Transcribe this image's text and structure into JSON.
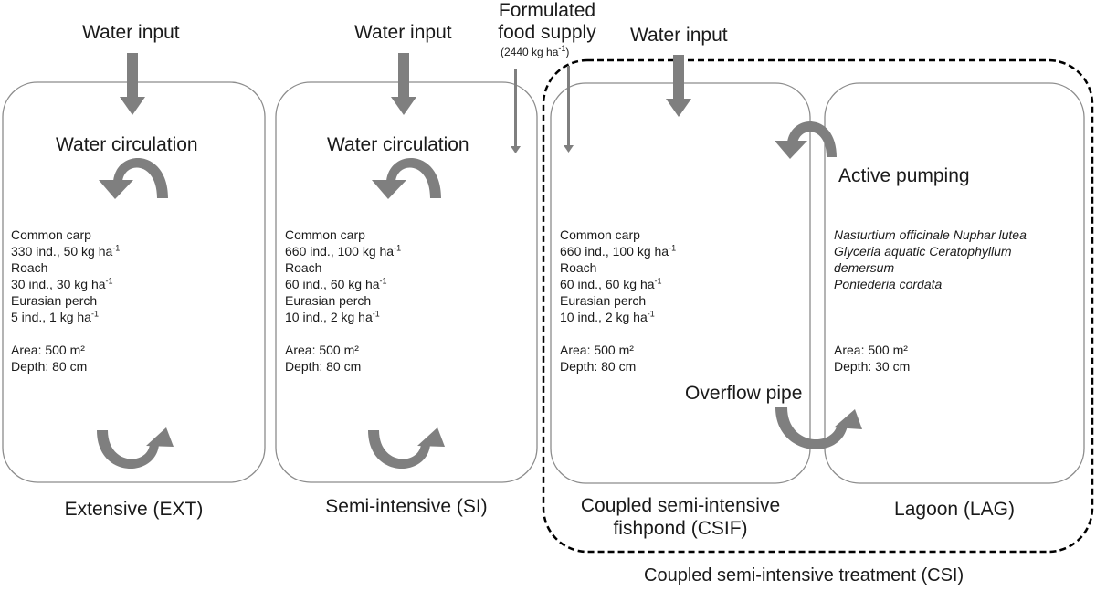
{
  "labels": {
    "water_input": "Water input",
    "water_circulation": "Water circulation",
    "food_supply_line1": "Formulated",
    "food_supply_line2": "food supply",
    "food_supply_amount": "(2440 kg ha",
    "food_supply_amount_sup": "-1",
    "food_supply_amount_end": ")",
    "active_pumping": "Active pumping",
    "overflow_pipe": "Overflow pipe",
    "csi_group": "Coupled semi-intensive treatment (CSI)"
  },
  "ponds": [
    {
      "name": "Extensive (EXT)",
      "species": [
        {
          "name": "Common carp",
          "stock": "330 ind., 50 kg ha",
          "sup": "-1"
        },
        {
          "name": "Roach",
          "stock": "30 ind., 30 kg ha",
          "sup": "-1"
        },
        {
          "name": "Eurasian perch",
          "stock": "5 ind., 1 kg ha",
          "sup": "-1"
        }
      ],
      "area": "Area:  500 m²",
      "depth": "Depth: 80 cm"
    },
    {
      "name": "Semi-intensive (SI)",
      "species": [
        {
          "name": "Common carp",
          "stock": "660 ind., 100 kg ha",
          "sup": "-1"
        },
        {
          "name": "Roach",
          "stock": "60 ind., 60 kg ha",
          "sup": "-1"
        },
        {
          "name": "Eurasian perch",
          "stock": "10 ind., 2 kg ha",
          "sup": "-1"
        }
      ],
      "area": "Area:  500 m²",
      "depth": "Depth: 80 cm"
    },
    {
      "name_line1": "Coupled semi-intensive",
      "name_line2": "fishpond (CSIF)",
      "species": [
        {
          "name": "Common carp",
          "stock": "660 ind., 100 kg ha",
          "sup": "-1"
        },
        {
          "name": "Roach",
          "stock": "60 ind., 60 kg ha",
          "sup": "-1"
        },
        {
          "name": "Eurasian perch",
          "stock": "10 ind., 2 kg ha",
          "sup": "-1"
        }
      ],
      "area": "Area:  500 m²",
      "depth": "Depth: 80 cm"
    },
    {
      "name": "Lagoon (LAG)",
      "plants": [
        "Nasturtium officinale Nuphar lutea",
        "Glyceria aquatic Ceratophyllum",
        "demersum",
        "Pontederia cordata"
      ],
      "area": "Area:  500 m²",
      "depth": "Depth: 30 cm"
    }
  ],
  "colors": {
    "arrow": "#7f7f7f",
    "box_border": "#8c8c8c",
    "dashed_border": "#000000"
  }
}
